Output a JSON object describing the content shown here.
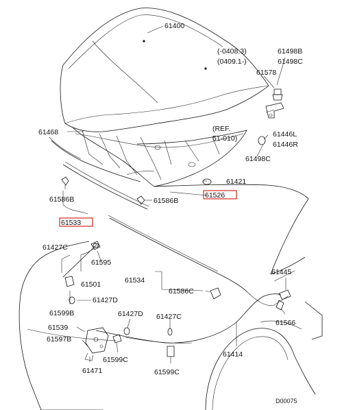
{
  "diagram": {
    "labels": {
      "p61400": "61400",
      "p61498b": "61498B",
      "p61498c": "61498C",
      "range_b": "(-0408.3)",
      "range_c": "(0409.1-)",
      "p61578": "61578",
      "p61446l": "61446L",
      "p61446r": "61446R",
      "ref_line1": "(REF.",
      "ref_line2": "51-010)",
      "p61498c_2": "61498C",
      "p61468": "61468",
      "p61421": "61421",
      "p61526": "61526",
      "p61586b_1": "61586B",
      "p61586b_2": "61586B",
      "p61533": "61533",
      "p61427c_1": "61427C",
      "p61595": "61595",
      "p61501": "61501",
      "p61534": "61534",
      "p61586c": "61586C",
      "p61445": "61445",
      "p61427d_1": "61427D",
      "p61599b": "61599B",
      "p61539": "61539",
      "p61427d_2": "61427D",
      "p61427c_2": "61427C",
      "p61566": "61566",
      "p61597b": "61597B",
      "p61599c_1": "61599C",
      "p61471": "61471",
      "p61599c_2": "61599C",
      "p61414": "61414",
      "code": "D00075"
    },
    "highlight_color": "#d2281e"
  }
}
